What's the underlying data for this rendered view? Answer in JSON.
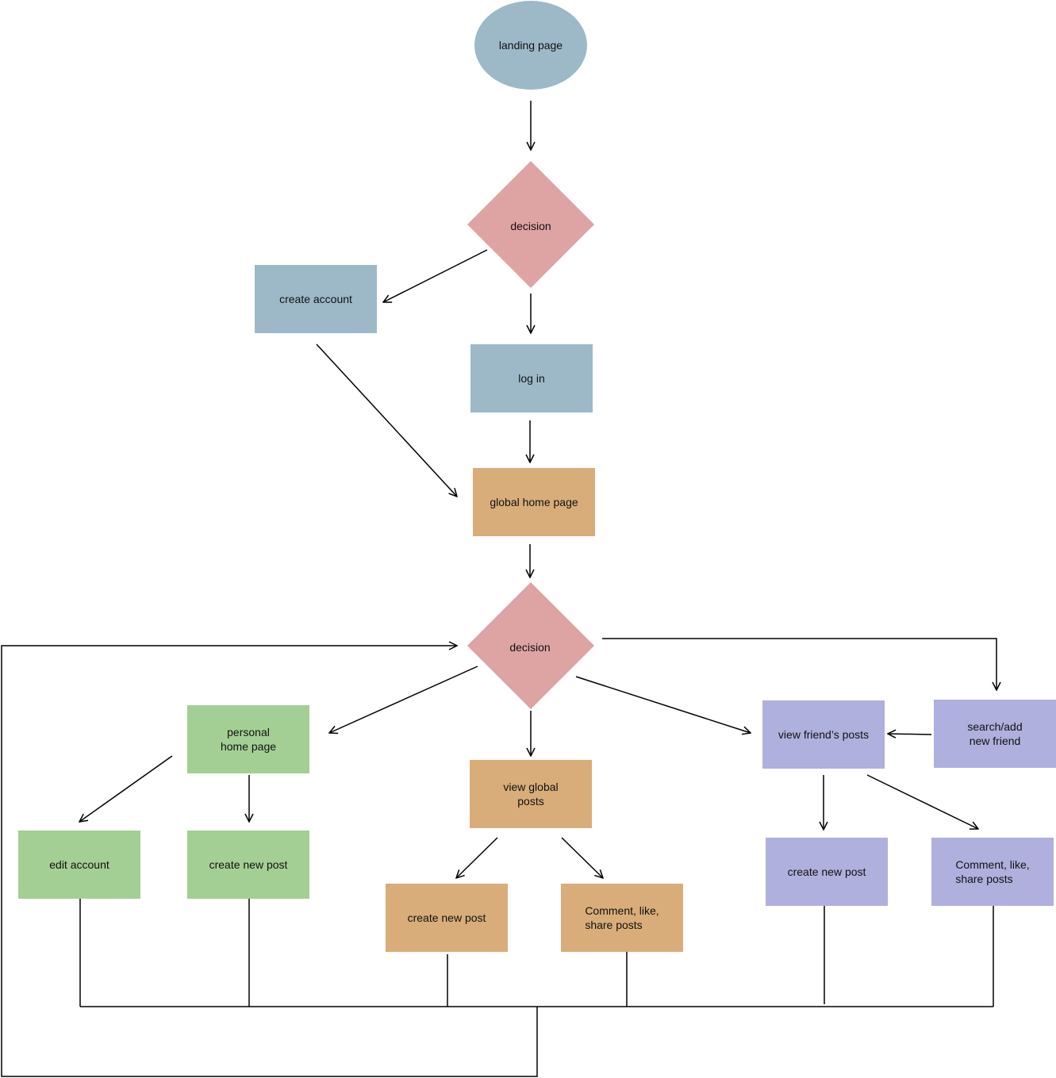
{
  "colors": {
    "start": "#9db9c8",
    "decision": "#dea3a3",
    "auth": "#9db9c8",
    "global": "#d8ad7a",
    "personal": "#a3cf94",
    "friends": "#b0b0de",
    "line": "#000000"
  },
  "nodes": {
    "landing_page": "landing page",
    "decision_1": "decision",
    "create_account": "create account",
    "log_in": "log in",
    "global_home_page": "global home page",
    "decision_2": "decision",
    "personal_home_page": "personal\nhome page",
    "view_global_posts": "view global\nposts",
    "view_friends_posts": "view friend’s posts",
    "search_add_friend": "search/add\nnew friend",
    "edit_account": "edit account",
    "create_new_post_personal": "create new post",
    "create_new_post_global": "create new post",
    "comment_like_share_global": "Comment, like,\nshare posts",
    "create_new_post_friends": "create new post",
    "comment_like_share_friends": "Comment, like,\nshare posts"
  }
}
